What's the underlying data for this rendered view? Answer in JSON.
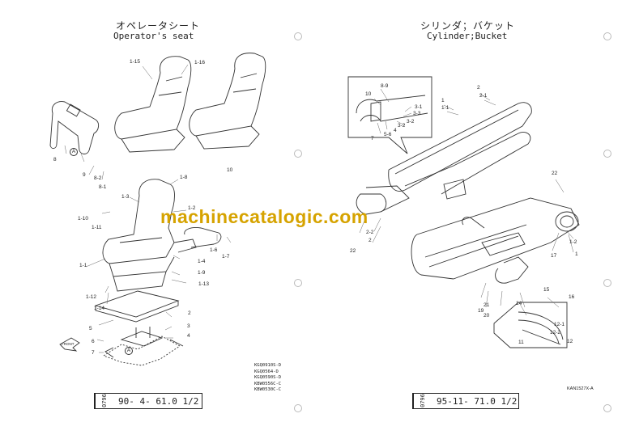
{
  "left_page": {
    "title_jp": "オペレータシート",
    "title_en": "Operator's seat",
    "ref_code": "0796",
    "ref_number": "90- 4- 61.0   1/2",
    "serial_list": [
      "KGQ0910S-D",
      "KGQ0564-D",
      "KGQ0590S-D",
      "KBW0556C-C",
      "KBW0530C-C"
    ],
    "callouts": [
      "1-15",
      "1-16",
      "8",
      "A",
      "9",
      "8-2",
      "8-1",
      "10",
      "1-8",
      "1-3",
      "1-2",
      "1-10",
      "1-11",
      "1-6",
      "1-7",
      "1-4",
      "1-1",
      "1-9",
      "1-13",
      "1-12",
      "1-14",
      "5",
      "2",
      "3",
      "4",
      "6",
      "7",
      "A"
    ],
    "front_label": "FRONT"
  },
  "right_page": {
    "title_jp": "シリンダ；バケット",
    "title_en": "Cylinder;Bucket",
    "ref_code": "0796",
    "ref_number": "95-11- 71.0   1/2",
    "drawing_code": "KAN1527X-A",
    "callouts": [
      "8-9",
      "10",
      "3-1",
      "3-3",
      "3-2",
      "3-2",
      "5-6",
      "4",
      "7",
      "2",
      "2-1",
      "1",
      "1-1",
      "22",
      "2-2",
      "2",
      "22",
      "1-2",
      "1",
      "17",
      "19",
      "21",
      "20",
      "15",
      "16",
      "14",
      "12-1",
      "12-2",
      "11",
      "12"
    ]
  },
  "watermark": "machinecatalogic.com"
}
